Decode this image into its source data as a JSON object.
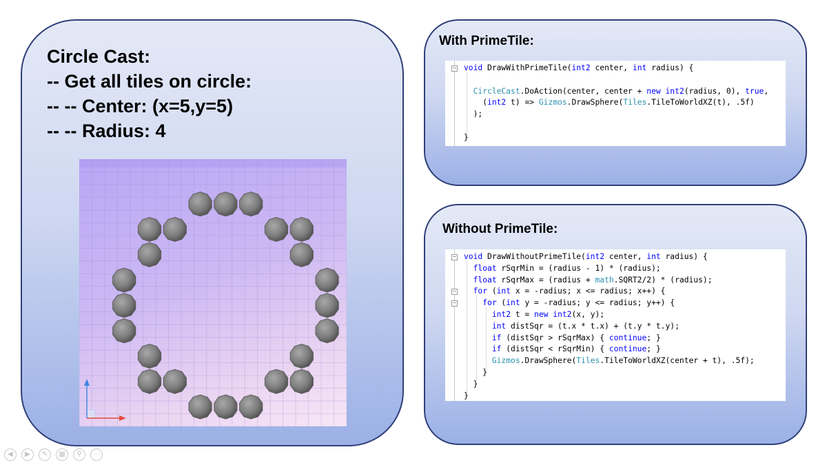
{
  "left_panel": {
    "lines": [
      "Circle Cast:",
      "-- Get all tiles on circle:",
      "-- -- Center: (x=5,y=5)",
      "-- -- Radius: 4"
    ]
  },
  "with_panel": {
    "title": "With PrimeTile:",
    "code": [
      [
        [
          "kw",
          "void"
        ],
        [
          "",
          " DrawWithPrimeTile("
        ],
        [
          "kw",
          "int2"
        ],
        [
          "",
          " center, "
        ],
        [
          "kw",
          "int"
        ],
        [
          "",
          " radius) {"
        ]
      ],
      [],
      [
        [
          "",
          "  "
        ],
        [
          "ty",
          "CircleCast"
        ],
        [
          "",
          ".DoAction(center, center + "
        ],
        [
          "kw",
          "new"
        ],
        [
          "",
          " "
        ],
        [
          "kw",
          "int2"
        ],
        [
          "",
          "(radius, 0), "
        ],
        [
          "kw",
          "true"
        ],
        [
          "",
          ","
        ]
      ],
      [
        [
          "",
          "    ("
        ],
        [
          "kw",
          "int2"
        ],
        [
          "",
          " t) => "
        ],
        [
          "ty",
          "Gizmos"
        ],
        [
          "",
          ".DrawSphere("
        ],
        [
          "ty",
          "Tiles"
        ],
        [
          "",
          ".TileToWorldXZ(t), .5f)"
        ]
      ],
      [
        [
          "",
          "  );"
        ]
      ],
      [],
      [
        [
          "",
          "}"
        ]
      ]
    ]
  },
  "without_panel": {
    "title": "Without PrimeTile:",
    "code": [
      [
        [
          "kw",
          "void"
        ],
        [
          "",
          " DrawWithoutPrimeTile("
        ],
        [
          "kw",
          "int2"
        ],
        [
          "",
          " center, "
        ],
        [
          "kw",
          "int"
        ],
        [
          "",
          " radius) {"
        ]
      ],
      [
        [
          "",
          "  "
        ],
        [
          "kw",
          "float"
        ],
        [
          "",
          " rSqrMin = (radius - 1) * (radius);"
        ]
      ],
      [
        [
          "",
          "  "
        ],
        [
          "kw",
          "float"
        ],
        [
          "",
          " rSqrMax = (radius + "
        ],
        [
          "ty",
          "math"
        ],
        [
          "",
          ".SQRT2/2) * (radius);"
        ]
      ],
      [
        [
          "",
          "  "
        ],
        [
          "kw",
          "for"
        ],
        [
          "",
          " ("
        ],
        [
          "kw",
          "int"
        ],
        [
          "",
          " x = -radius; x <= radius; x++) {"
        ]
      ],
      [
        [
          "",
          "    "
        ],
        [
          "kw",
          "for"
        ],
        [
          "",
          " ("
        ],
        [
          "kw",
          "int"
        ],
        [
          "",
          " y = -radius; y <= radius; y++) {"
        ]
      ],
      [
        [
          "",
          "      "
        ],
        [
          "kw",
          "int2"
        ],
        [
          "",
          " t = "
        ],
        [
          "kw",
          "new"
        ],
        [
          "",
          " "
        ],
        [
          "kw",
          "int2"
        ],
        [
          "",
          "(x, y);"
        ]
      ],
      [
        [
          "",
          "      "
        ],
        [
          "kw",
          "int"
        ],
        [
          "",
          " distSqr = (t.x * t.x) + (t.y * t.y);"
        ]
      ],
      [
        [
          "",
          "      "
        ],
        [
          "kw",
          "if"
        ],
        [
          "",
          " (distSqr > rSqrMax) { "
        ],
        [
          "kw",
          "continue"
        ],
        [
          "",
          "; }"
        ]
      ],
      [
        [
          "",
          "      "
        ],
        [
          "kw",
          "if"
        ],
        [
          "",
          " (distSqr < rSqrMin) { "
        ],
        [
          "kw",
          "continue"
        ],
        [
          "",
          "; }"
        ]
      ],
      [
        [
          "",
          "      "
        ],
        [
          "ty",
          "Gizmos"
        ],
        [
          "",
          ".DrawSphere("
        ],
        [
          "ty",
          "Tiles"
        ],
        [
          "",
          ".TileToWorldXZ(center + t), .5f);"
        ]
      ],
      [
        [
          "",
          "    }"
        ]
      ],
      [
        [
          "",
          "  }"
        ]
      ],
      [
        [
          "",
          "}"
        ]
      ]
    ]
  },
  "scene": {
    "grid_size": 11,
    "center": [
      5,
      5
    ],
    "radius": 4,
    "tiles": [
      [
        4,
        1
      ],
      [
        5,
        1
      ],
      [
        6,
        1
      ],
      [
        2,
        2
      ],
      [
        3,
        2
      ],
      [
        7,
        2
      ],
      [
        8,
        2
      ],
      [
        2,
        3
      ],
      [
        8,
        3
      ],
      [
        1,
        4
      ],
      [
        9,
        4
      ],
      [
        1,
        5
      ],
      [
        9,
        5
      ],
      [
        1,
        6
      ],
      [
        9,
        6
      ],
      [
        2,
        7
      ],
      [
        8,
        7
      ],
      [
        2,
        8
      ],
      [
        3,
        8
      ],
      [
        7,
        8
      ],
      [
        8,
        8
      ],
      [
        4,
        9
      ],
      [
        5,
        9
      ],
      [
        6,
        9
      ]
    ],
    "sphere_color": "#7d7d7d",
    "x_axis_color": "#e6493b",
    "y_axis_color": "#3b86e6"
  },
  "toolbar": {
    "icons": [
      "previous-icon",
      "next-icon",
      "pen-icon",
      "slides-icon",
      "zoom-icon",
      "more-icon"
    ]
  }
}
